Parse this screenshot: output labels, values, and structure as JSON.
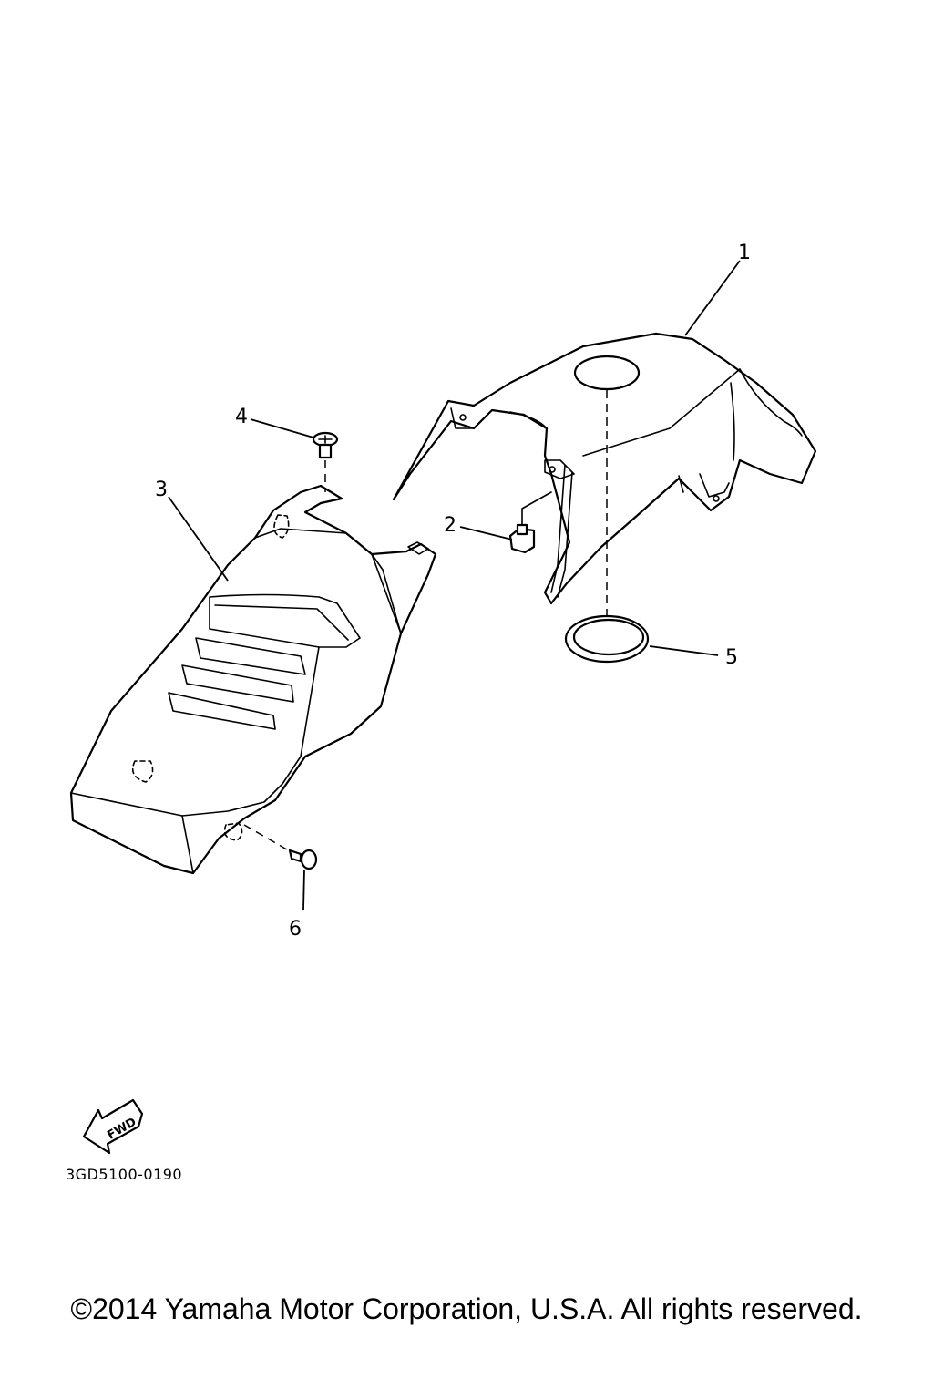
{
  "callouts": [
    "1",
    "2",
    "3",
    "4",
    "5",
    "6"
  ],
  "fwd_label": "FWD",
  "diagram_code": "3GD5100-0190",
  "copyright": "©2014 Yamaha Motor Corporation, U.S.A. All rights reserved.",
  "parts": [
    {
      "ref": "1",
      "icon": "front-cover-icon"
    },
    {
      "ref": "2",
      "icon": "nut-icon"
    },
    {
      "ref": "3",
      "icon": "rear-cover-icon"
    },
    {
      "ref": "4",
      "icon": "screw-icon"
    },
    {
      "ref": "5",
      "icon": "ring-icon"
    },
    {
      "ref": "6",
      "icon": "bolt-icon"
    }
  ]
}
